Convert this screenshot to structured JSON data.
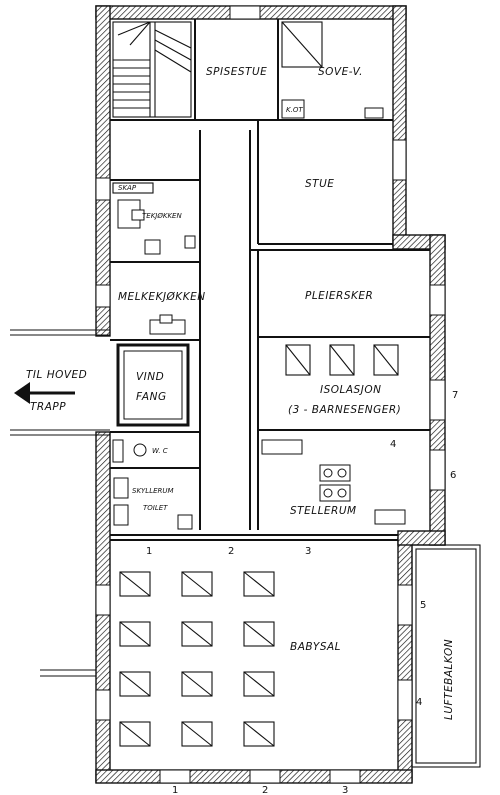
{
  "rooms": {
    "spisestue": "SPISESTUE",
    "sove": "SOVE-V.",
    "kot": "K.OT",
    "stue": "STUE",
    "skap": "SKAP",
    "tekjokken": "TEKJØKKEN",
    "melkekjokken": "MELKEKJØKKEN",
    "pleiersker": "PLEIERSKER",
    "vindfang": [
      "VIND",
      "FANG"
    ],
    "isolasjon": "ISOLASJON",
    "barnesenger": "(3 - BARNESENGER)",
    "wc": "W. C",
    "skyllerum": [
      "SKYLLERUM",
      "TOILET"
    ],
    "stellerum": "STELLERUM",
    "babysal": "BABYSAL",
    "luftebalkon": "LUFTEBALKON",
    "til_hoved": "TIL HOVED",
    "trapp": "TRAPP"
  },
  "numbers": {
    "top1": "1",
    "top2": "2",
    "top3": "3",
    "bot1": "1",
    "bot2": "2",
    "bot3": "3",
    "iso4": "4",
    "side7": "7",
    "side6": "6",
    "bal5": "5",
    "bal4": "4"
  }
}
